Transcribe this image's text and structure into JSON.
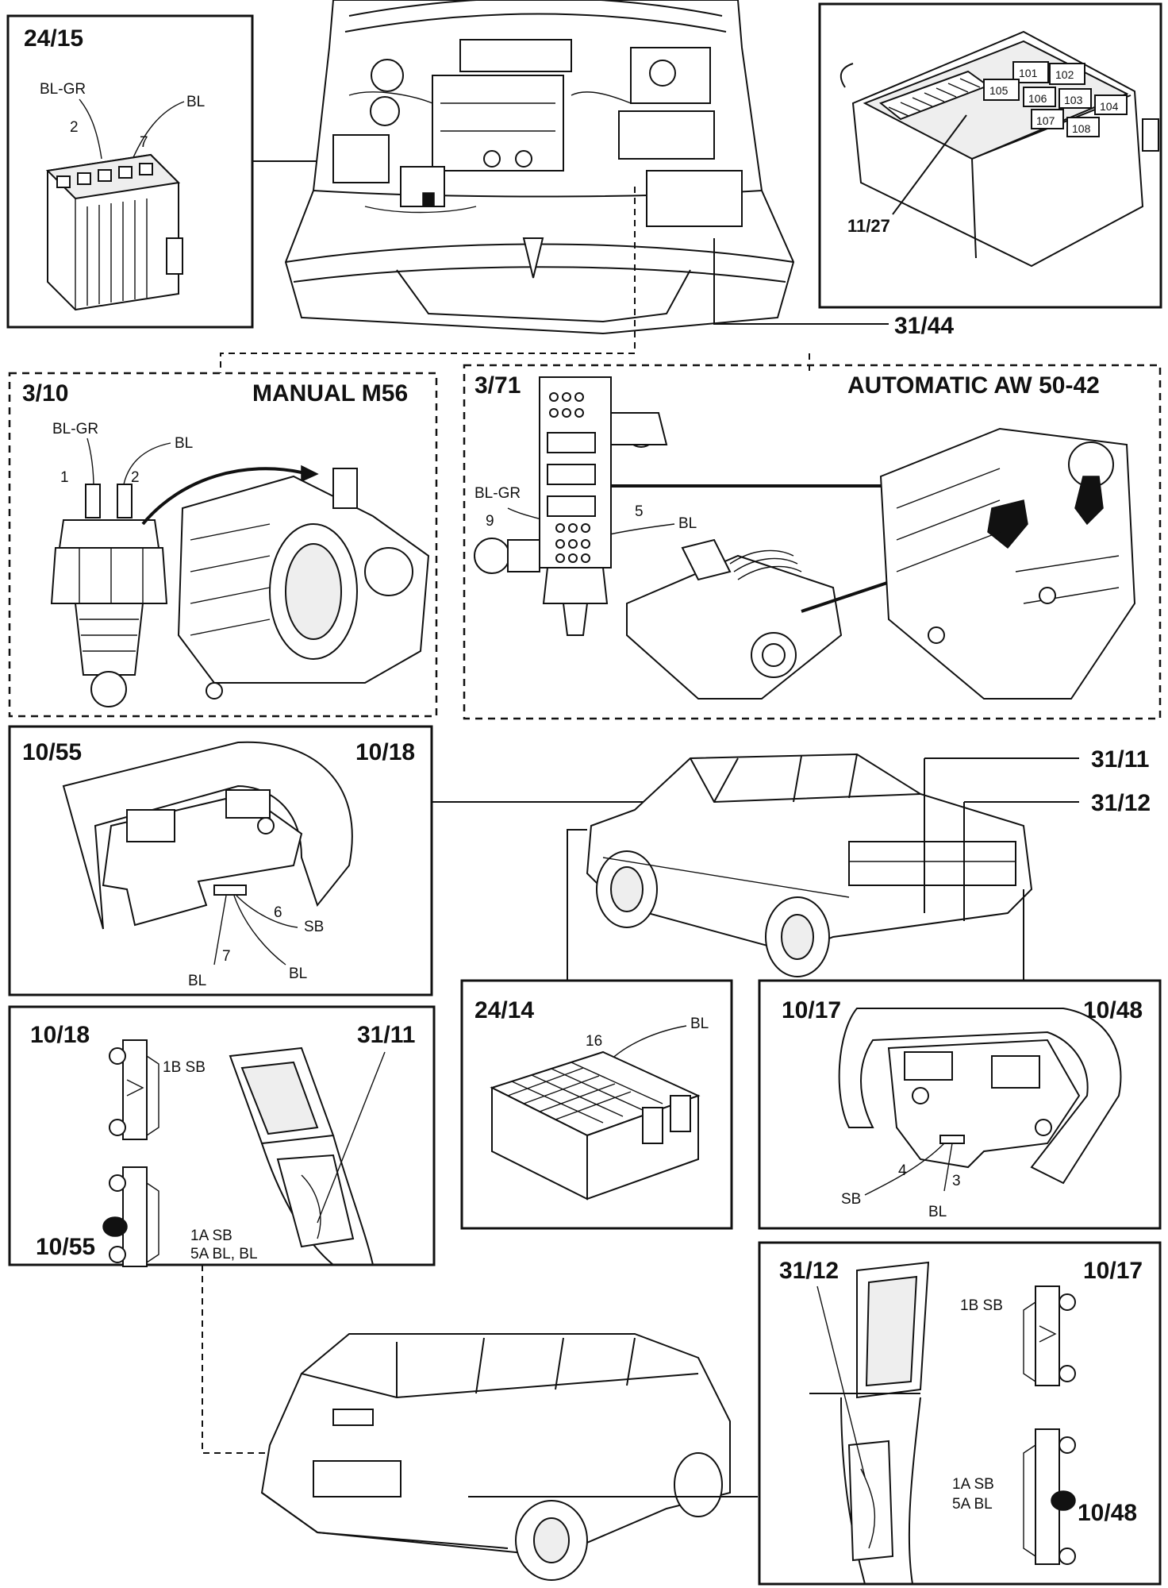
{
  "engine_bay": {
    "fuse_box_ref": "11/27",
    "fuse_positions": [
      "101",
      "102",
      "103",
      "104",
      "105",
      "106",
      "107",
      "108"
    ],
    "ground_ref": "31/44"
  },
  "connector_24_15": {
    "ref": "24/15",
    "pin2_label": "2",
    "pin7_label": "7",
    "wire_left": "BL-GR",
    "wire_right": "BL"
  },
  "manual_switch": {
    "ref": "3/10",
    "title": "MANUAL M56",
    "wire_left": "BL-GR",
    "wire_right": "BL",
    "pin1_label": "1",
    "pin2_label": "2"
  },
  "auto_switch": {
    "ref": "3/71",
    "title": "AUTOMATIC AW 50-42",
    "wire_left": "BL-GR",
    "wire_right": "BL",
    "pin9_label": "9",
    "pin5_label": "5"
  },
  "rear_light_sedan": {
    "ref_left": "10/55",
    "ref_right": "10/18",
    "pin6_label": "6",
    "pin7_label": "7",
    "wire_sb": "SB",
    "wire_bl_left": "BL",
    "wire_bl_right": "BL"
  },
  "sedan_car": {
    "ground_upper": "31/11",
    "ground_lower": "31/12"
  },
  "connector_24_14": {
    "ref": "24/14",
    "pin_label": "16",
    "wire": "BL"
  },
  "rear_light_right": {
    "ref_left": "10/17",
    "ref_right": "10/48",
    "pin4_label": "4",
    "pin3_label": "3",
    "wire_sb": "SB",
    "wire_bl": "BL"
  },
  "wagon_left": {
    "ref_top": "10/18",
    "ref_ground": "31/11",
    "ref_bulb": "10/55",
    "upper_label": "1B SB",
    "lower_label_1": "1A SB",
    "lower_label_2": "5A BL, BL"
  },
  "wagon_right": {
    "ref_ground": "31/12",
    "ref_top": "10/17",
    "ref_bulb": "10/48",
    "upper_label": "1B SB",
    "lower_label_1": "1A SB",
    "lower_label_2": "5A BL"
  }
}
